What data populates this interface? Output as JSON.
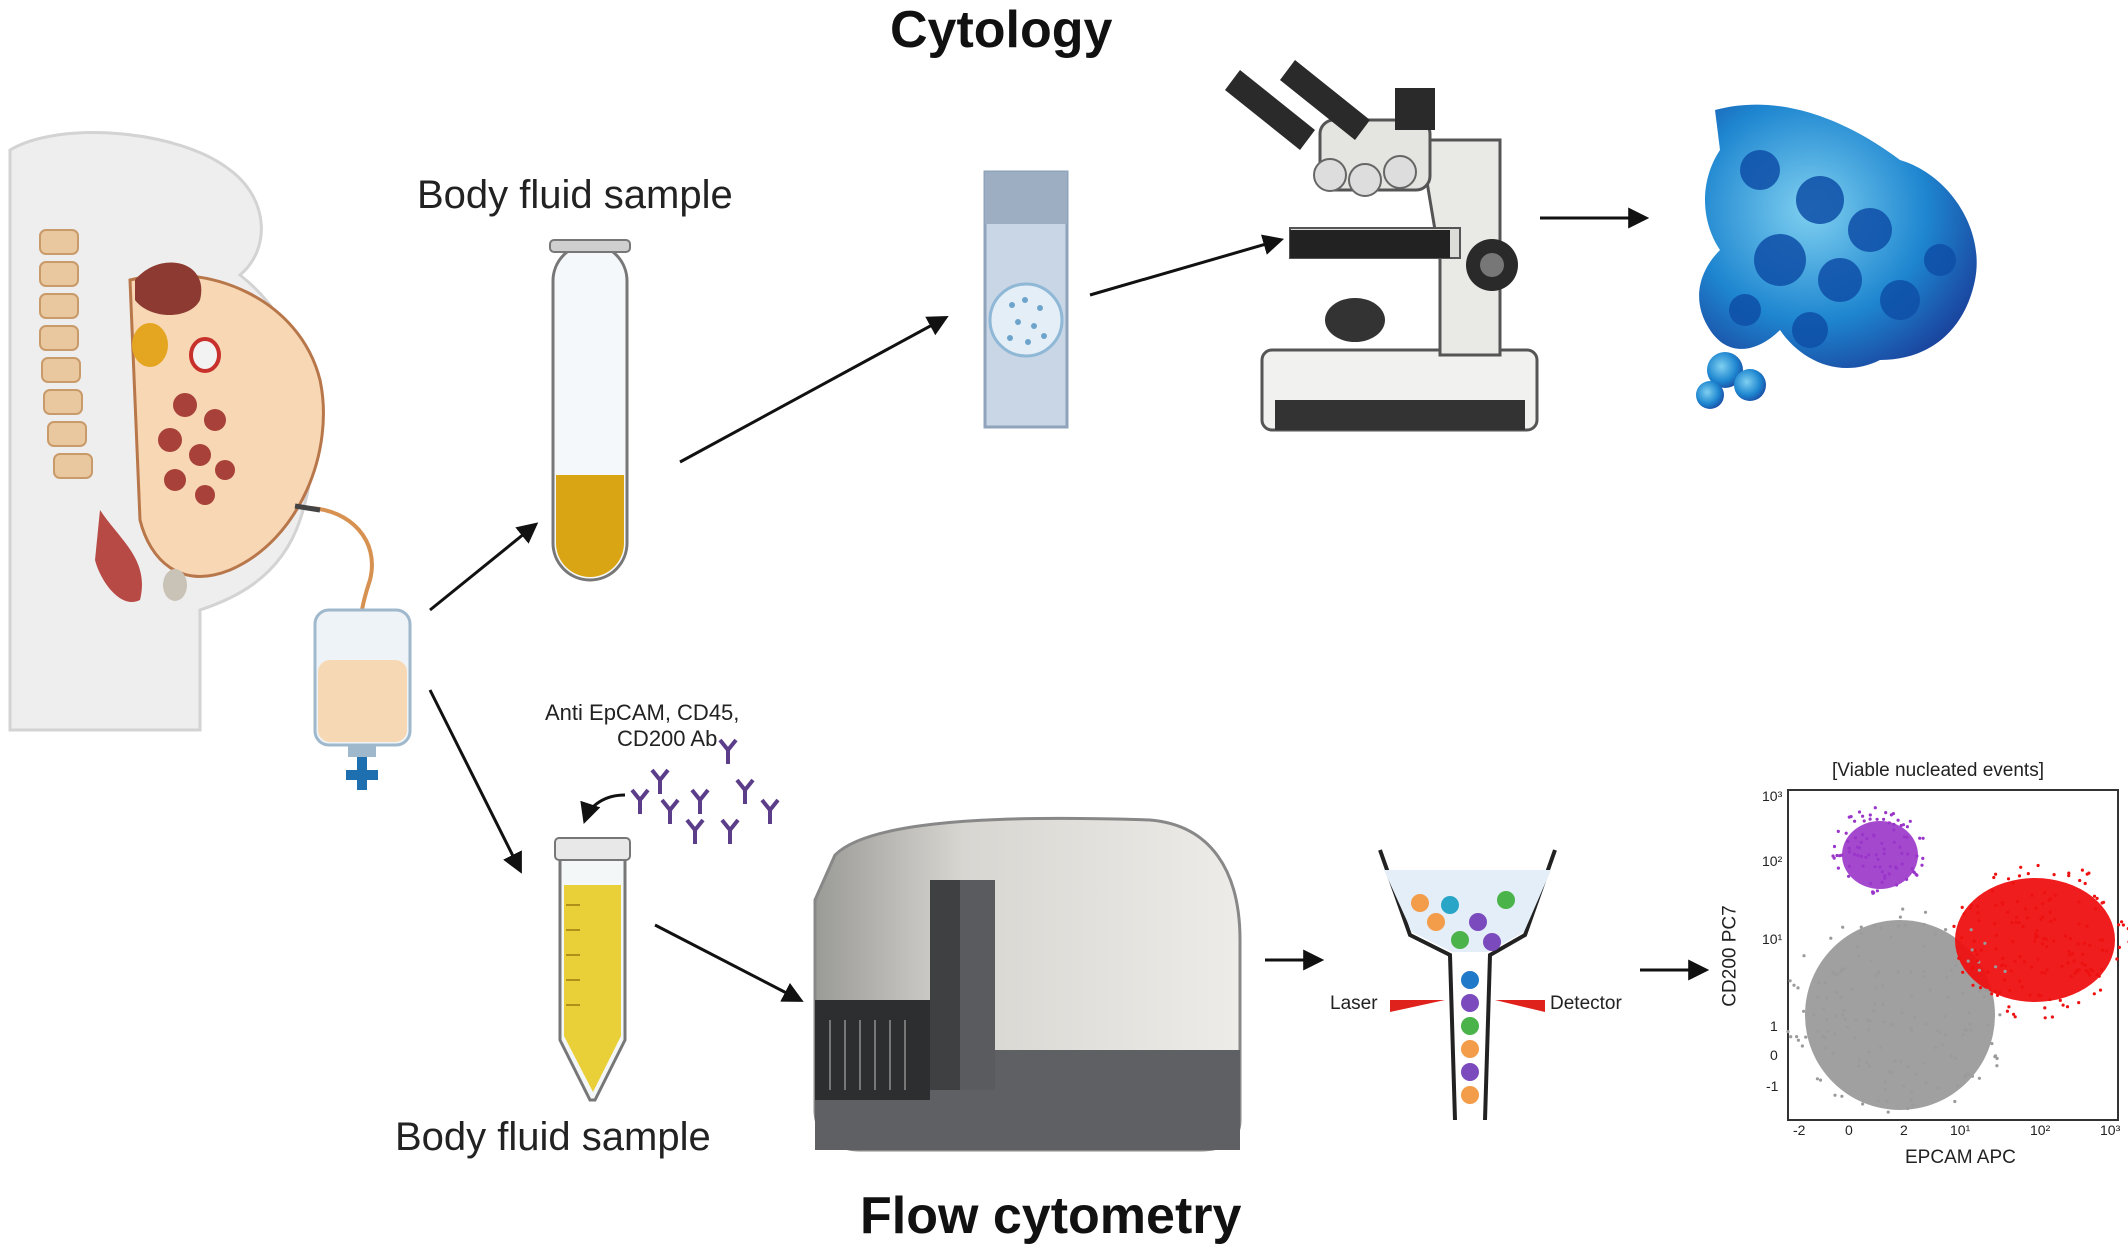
{
  "titles": {
    "cytology": "Cytology",
    "flow": "Flow cytometry"
  },
  "labels": {
    "body_fluid_top": "Body fluid sample",
    "body_fluid_bottom": "Body fluid sample",
    "antibodies_line1": "Anti EpCAM, CD45,",
    "antibodies_line2": "CD200 Ab",
    "laser": "Laser",
    "detector": "Detector"
  },
  "scatter_plot": {
    "title": "[Viable nucleated events]",
    "xlabel": "EPCAM APC",
    "ylabel": "CD200 PC7",
    "xticks": [
      "-2",
      "0",
      "2",
      "10¹",
      "10²",
      "10³"
    ],
    "yticks": [
      "10³",
      "10²",
      "10¹",
      "1",
      "0",
      "-1"
    ]
  },
  "colors": {
    "arrow": "#111111",
    "fluid_amber": "#d9a514",
    "fluid_yellow": "#e9cf38",
    "cell_stain": "#1f78c8",
    "laser_red": "#e0221d",
    "dot_red": "#ee1111",
    "dot_purple": "#9a35c9",
    "dot_gray": "#9b9b9b"
  }
}
